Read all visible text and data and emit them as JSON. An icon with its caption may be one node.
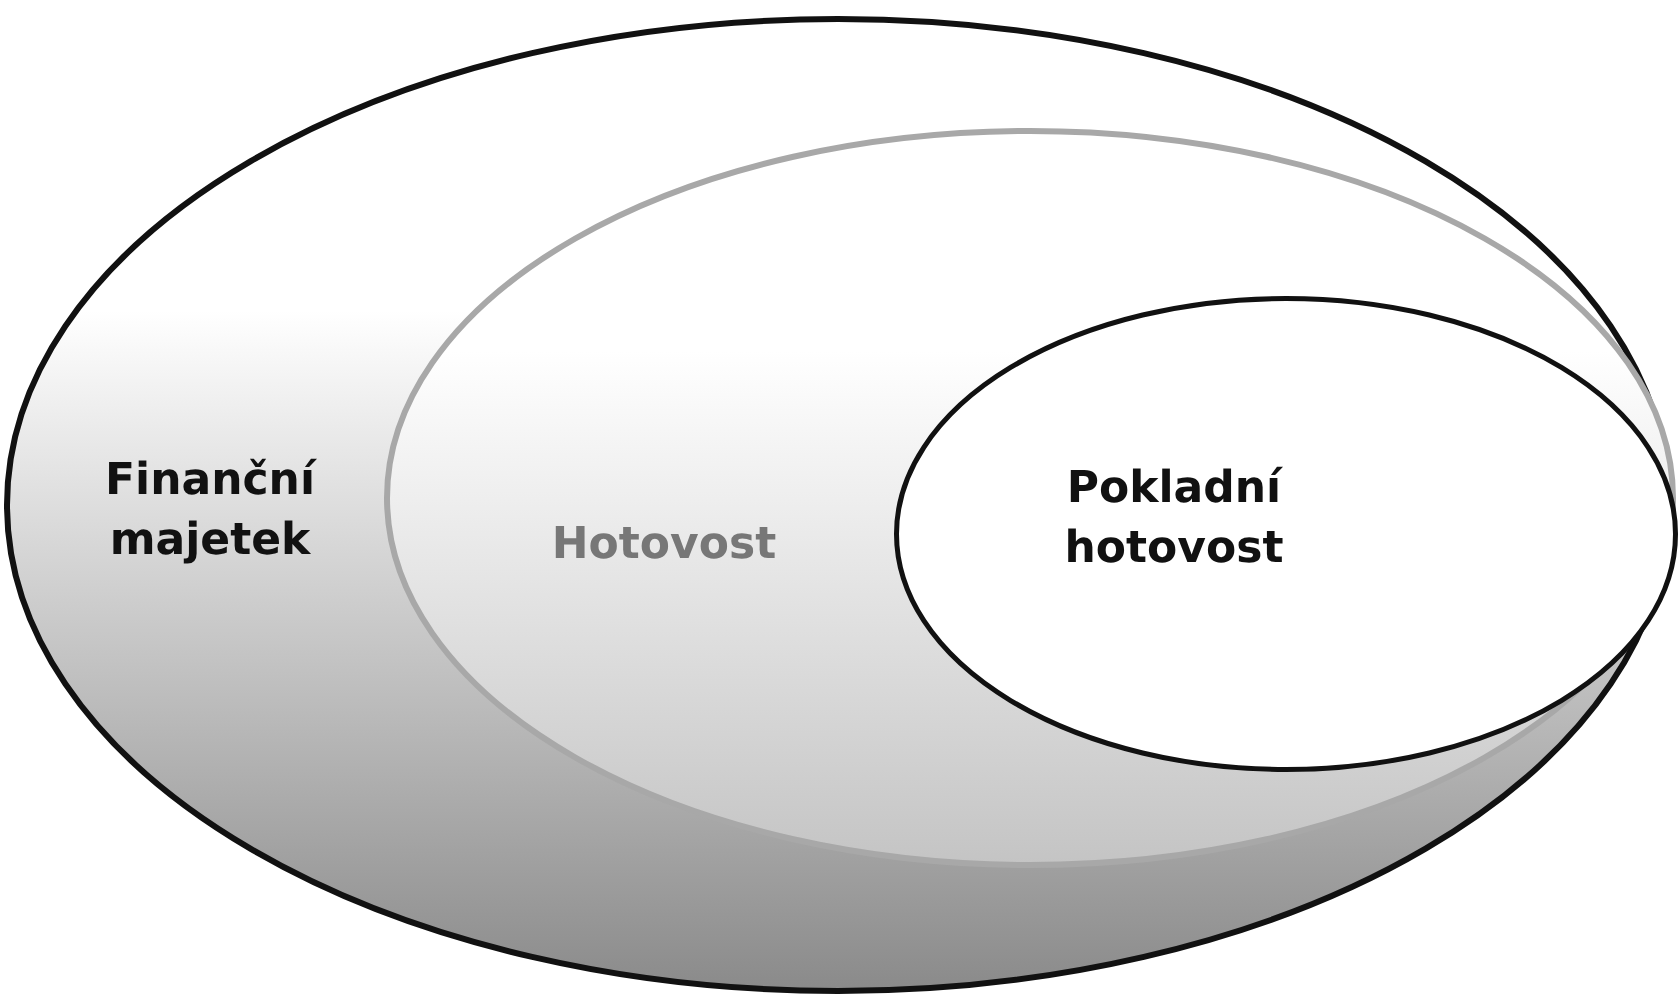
{
  "diagram": {
    "nodes": [
      {
        "text": [
          "Finanční majetek"
        ]
      },
      {
        "text": [
          "Hotovost"
        ],
        "in": 0
      },
      {
        "text": [
          "Pokladní hotovost"
        ],
        "in": 1
      }
    ]
  }
}
